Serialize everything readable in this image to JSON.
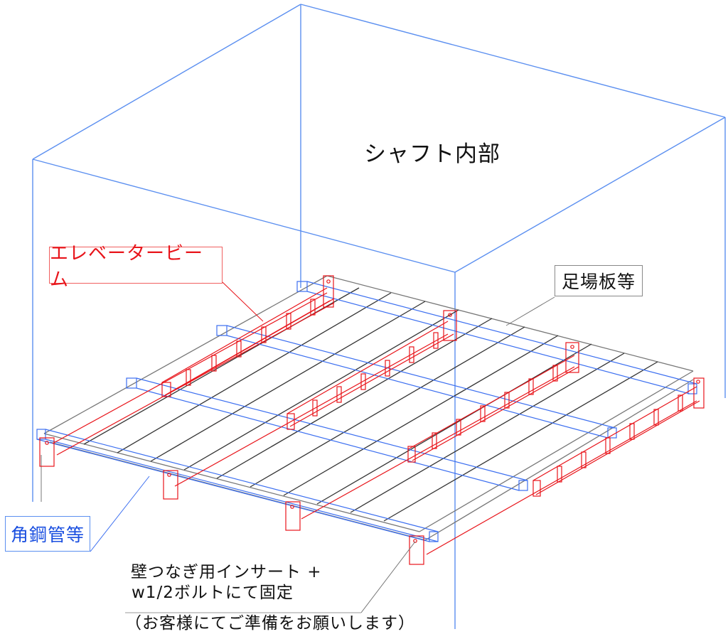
{
  "diagram": {
    "title": "シャフト内部",
    "labels": {
      "elevator_beam": "エレベータービーム",
      "scaffold_board": "足場板等",
      "square_steel_pipe": "角鋼管等"
    },
    "note": {
      "line1": "壁つなぎ用インサート +",
      "line2": "w1/2ボルトにて固定",
      "line3": "（お客様にてご準備をお願いします）"
    },
    "colors": {
      "shaft_lines": "#5b8ff0",
      "beam": "#e8141a",
      "pipe": "#3c6ff0",
      "board": "#333333",
      "leader": "#777777"
    }
  }
}
